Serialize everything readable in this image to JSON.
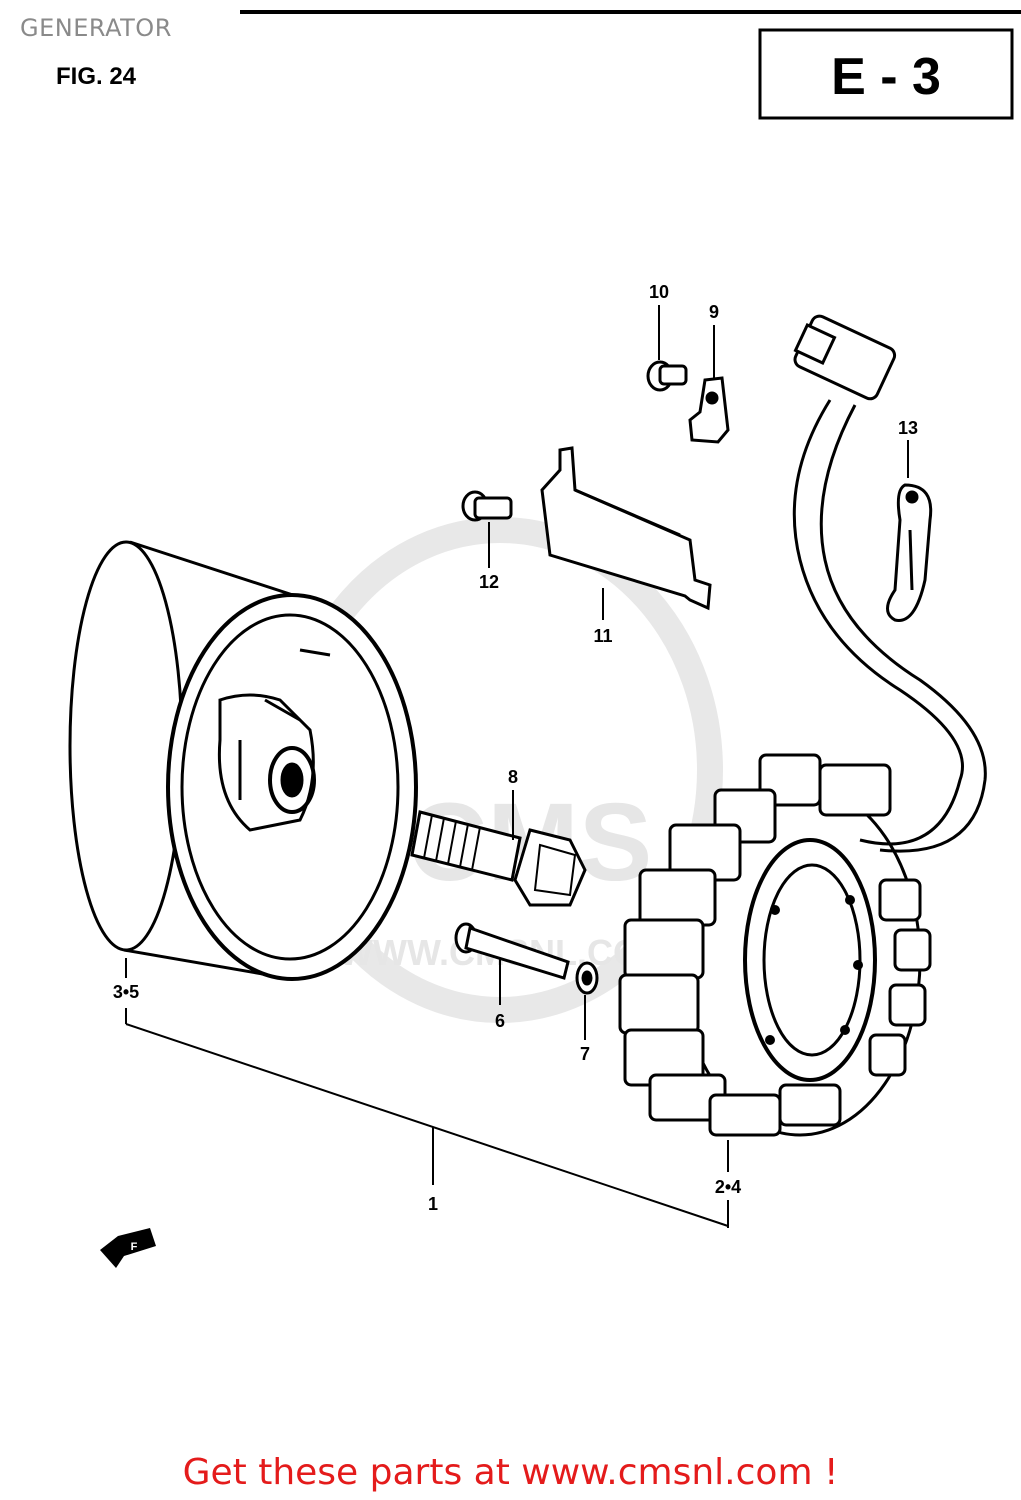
{
  "page": {
    "title": "GENERATOR",
    "footer": "Get these parts at www.cmsnl.com !"
  },
  "diagram": {
    "figure_label": "FIG. 24",
    "section_code": "E - 3",
    "watermark_text": "CMS",
    "watermark_url": "WWW.CMSNL.COM",
    "front_arrow_label": "F",
    "callouts": {
      "c1": "1",
      "c2_4": "2•4",
      "c3_5": "3•5",
      "c6": "6",
      "c7": "7",
      "c8": "8",
      "c9": "9",
      "c10": "10",
      "c11": "11",
      "c12": "12",
      "c13": "13"
    }
  },
  "colors": {
    "ink": "#000000",
    "title_gray": "#8a8a8a",
    "footer_red": "#e41b1b",
    "watermark": "#e6e6e6"
  }
}
